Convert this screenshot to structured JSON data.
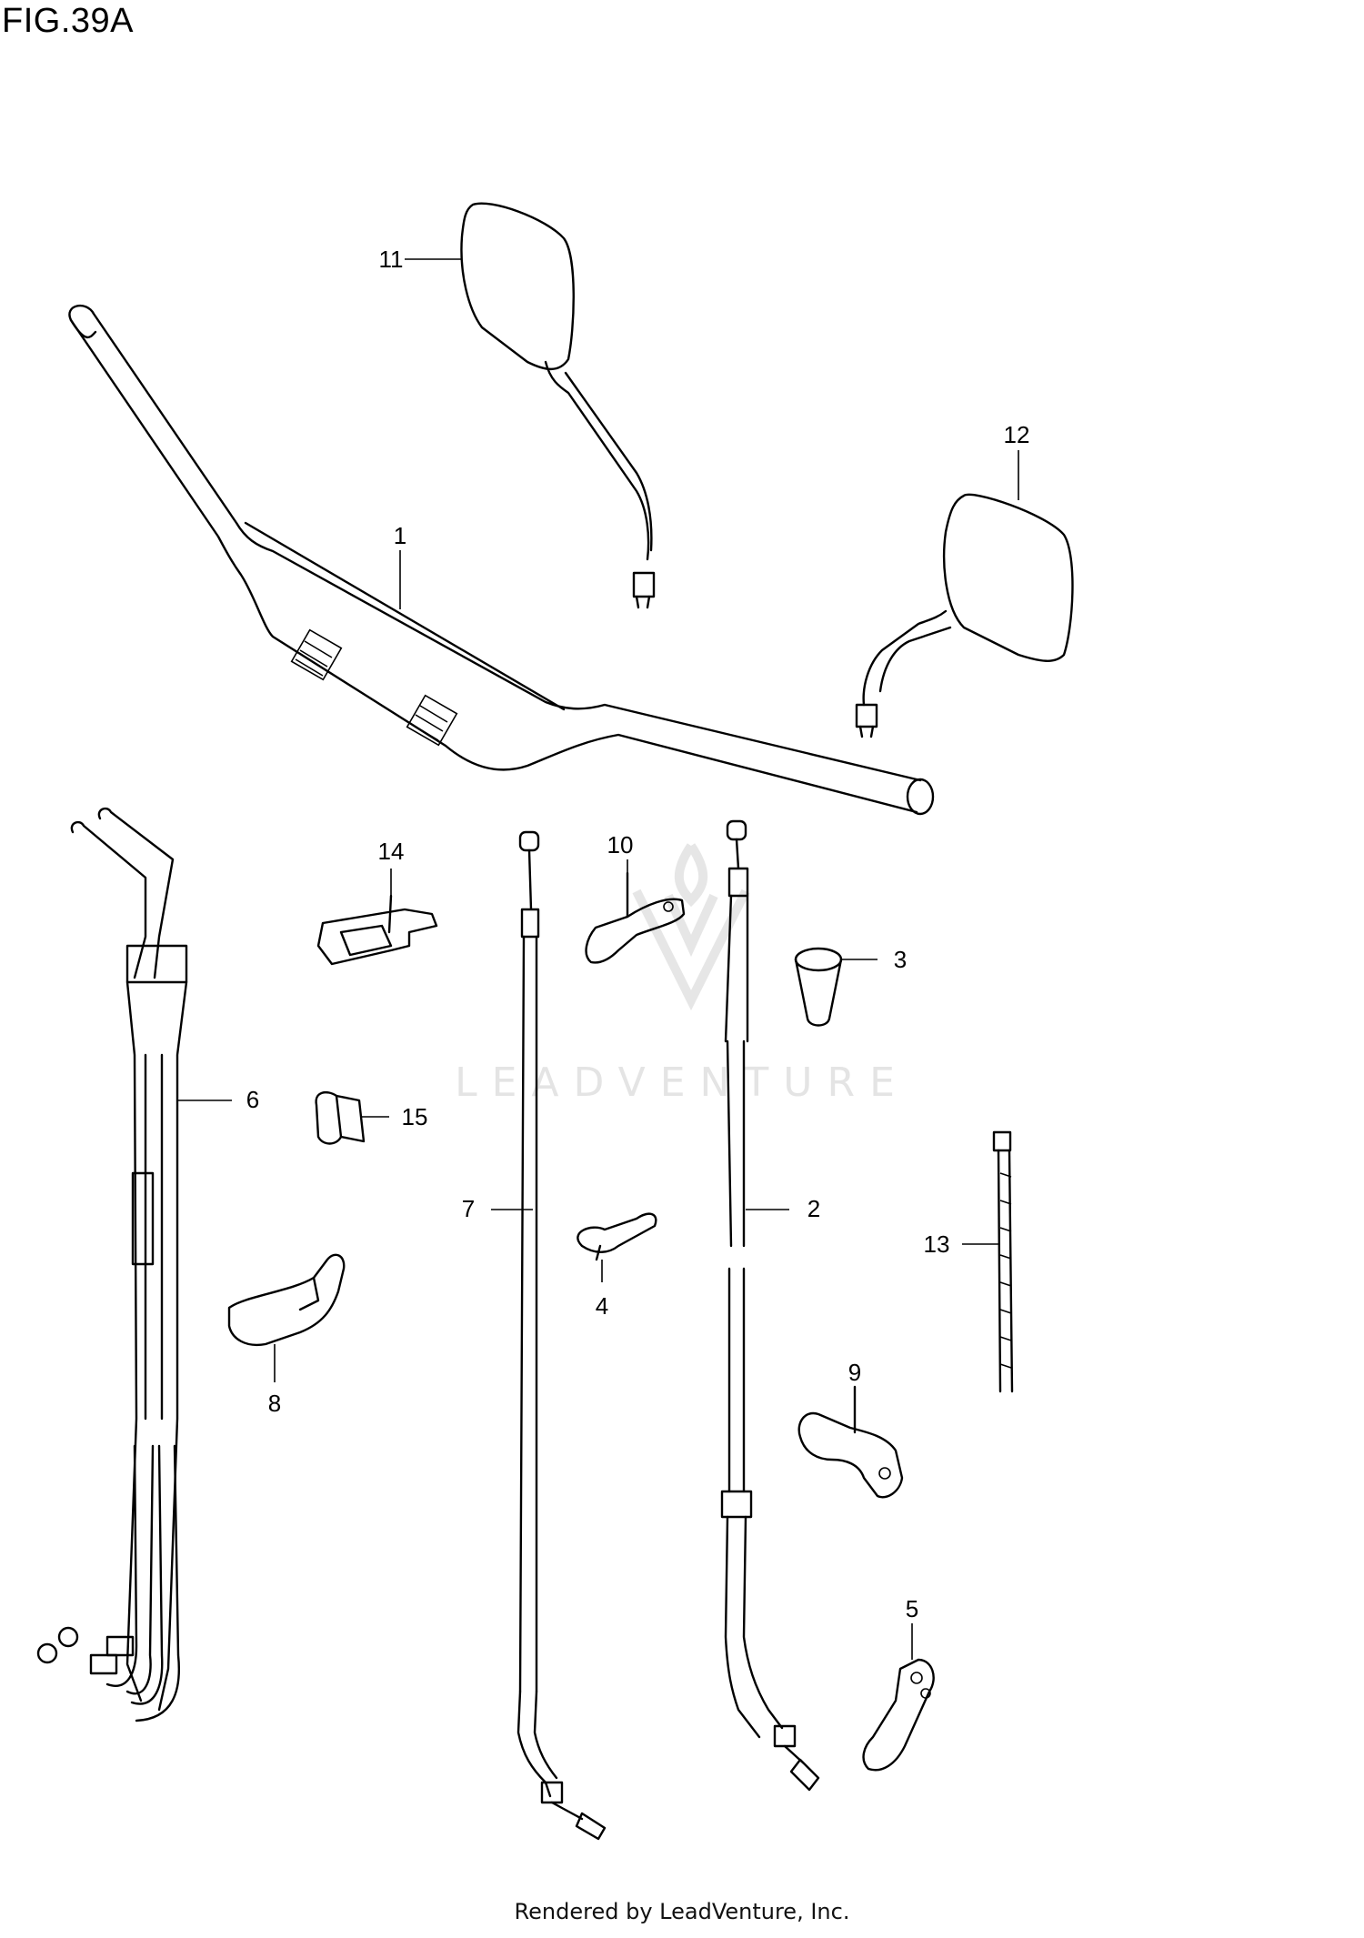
{
  "figure": {
    "title": "FIG.39A"
  },
  "watermark": {
    "text": "LEADVENTURE"
  },
  "footer": {
    "text": "Rendered by LeadVenture, Inc."
  },
  "callouts": [
    "1",
    "2",
    "3",
    "4",
    "5",
    "6",
    "7",
    "8",
    "9",
    "10",
    "11",
    "12",
    "13",
    "14",
    "15"
  ]
}
